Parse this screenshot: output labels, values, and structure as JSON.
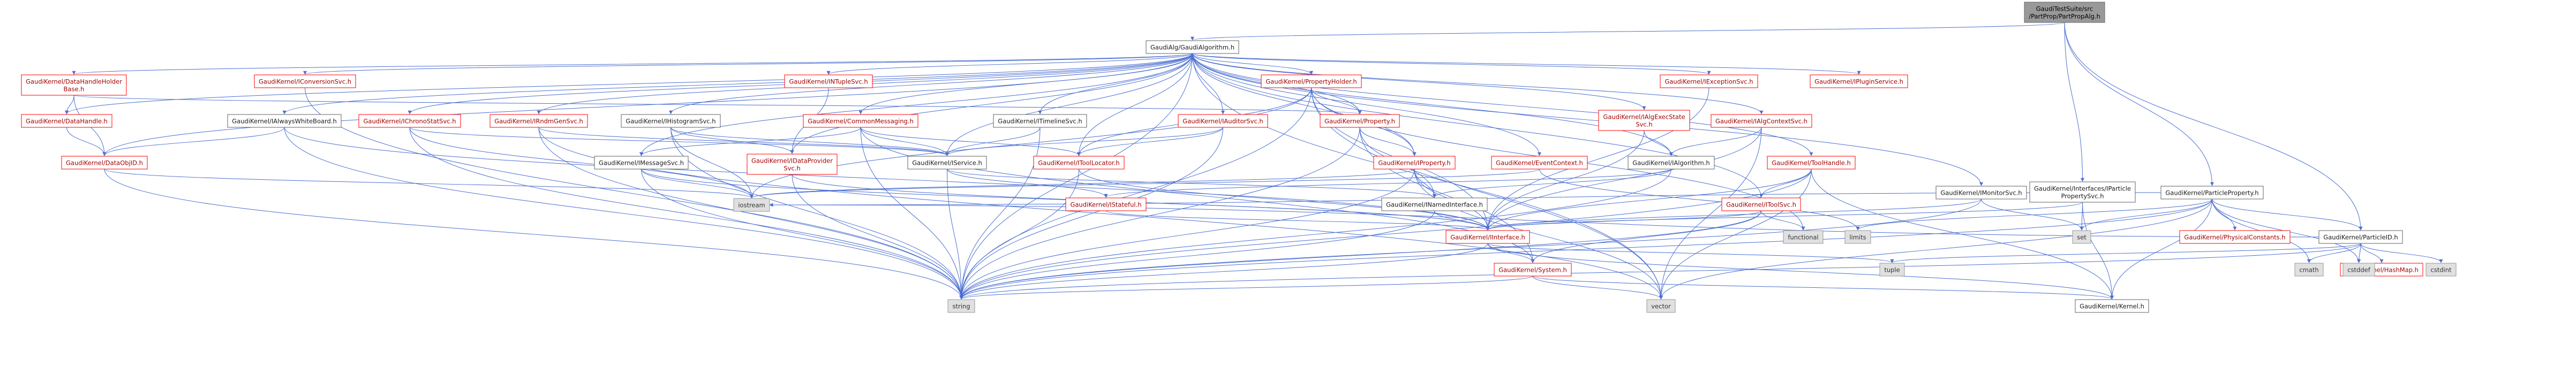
{
  "colors": {
    "edge": "#4b6fd1",
    "red_border": "#ff0000",
    "red_text": "#a40000",
    "root_fill": "#999999",
    "ext_fill": "#e0e0e0"
  },
  "nodes": [
    {
      "id": "root",
      "label": [
        "GaudiTestSuite/src",
        "/PartProp/PartPropAlg.h"
      ],
      "kind": "root"
    },
    {
      "id": "algorithm",
      "label": [
        "GaudiAlg/GaudiAlgorithm.h"
      ],
      "kind": "black"
    },
    {
      "id": "ippsvc",
      "label": [
        "GaudiKernel/Interfaces/IParticle",
        "PropertySvc.h"
      ],
      "kind": "black"
    },
    {
      "id": "partprop",
      "label": [
        "GaudiKernel/ParticleProperty.h"
      ],
      "kind": "black"
    },
    {
      "id": "dhbase",
      "label": [
        "GaudiKernel/DataHandleHolder",
        "Base.h"
      ],
      "kind": "red"
    },
    {
      "id": "iconv",
      "label": [
        "GaudiKernel/IConversionSvc.h"
      ],
      "kind": "red"
    },
    {
      "id": "intuple",
      "label": [
        "GaudiKernel/INTupleSvc.h"
      ],
      "kind": "red"
    },
    {
      "id": "propholder",
      "label": [
        "GaudiKernel/PropertyHolder.h"
      ],
      "kind": "red"
    },
    {
      "id": "iexcsvc",
      "label": [
        "GaudiKernel/IExceptionSvc.h"
      ],
      "kind": "red"
    },
    {
      "id": "iplugin",
      "label": [
        "GaudiKernel/IPluginService.h"
      ],
      "kind": "red"
    },
    {
      "id": "datahandle",
      "label": [
        "GaudiKernel/DataHandle.h"
      ],
      "kind": "red"
    },
    {
      "id": "iawb",
      "label": [
        "GaudiKernel/IAlwaysWhiteBoard.h"
      ],
      "kind": "black"
    },
    {
      "id": "ichrono",
      "label": [
        "GaudiKernel/IChronoStatSvc.h"
      ],
      "kind": "red"
    },
    {
      "id": "irndm",
      "label": [
        "GaudiKernel/IRndmGenSvc.h"
      ],
      "kind": "red"
    },
    {
      "id": "ihisto",
      "label": [
        "GaudiKernel/IHistogramSvc.h"
      ],
      "kind": "black"
    },
    {
      "id": "icommsg",
      "label": [
        "GaudiKernel/CommonMessaging.h"
      ],
      "kind": "red"
    },
    {
      "id": "itimeline",
      "label": [
        "GaudiKernel/ITimelineSvc.h"
      ],
      "kind": "black"
    },
    {
      "id": "iauditor",
      "label": [
        "GaudiKernel/IAuditorSvc.h"
      ],
      "kind": "red"
    },
    {
      "id": "property",
      "label": [
        "GaudiKernel/Property.h"
      ],
      "kind": "red"
    },
    {
      "id": "ialgexec",
      "label": [
        "GaudiKernel/IAlgExecState",
        "Svc.h"
      ],
      "kind": "red"
    },
    {
      "id": "ialgctx",
      "label": [
        "GaudiKernel/IAlgContextSvc.h"
      ],
      "kind": "red"
    },
    {
      "id": "imonitor",
      "label": [
        "GaudiKernel/IMonitorSvc.h"
      ],
      "kind": "black"
    },
    {
      "id": "dataobjid",
      "label": [
        "GaudiKernel/DataObjID.h"
      ],
      "kind": "red"
    },
    {
      "id": "imsgsvc",
      "label": [
        "GaudiKernel/IMessageSvc.h"
      ],
      "kind": "black"
    },
    {
      "id": "dataprov",
      "label": [
        "GaudiKernel/IDataProvider",
        "Svc.h"
      ],
      "kind": "red"
    },
    {
      "id": "iservice",
      "label": [
        "GaudiKernel/IService.h"
      ],
      "kind": "black"
    },
    {
      "id": "itoolloc",
      "label": [
        "GaudiKernel/IToolLocator.h"
      ],
      "kind": "red"
    },
    {
      "id": "iproperty",
      "label": [
        "GaudiKernel/IProperty.h"
      ],
      "kind": "red"
    },
    {
      "id": "eventctx",
      "label": [
        "GaudiKernel/EventContext.h"
      ],
      "kind": "red"
    },
    {
      "id": "ialgorithm",
      "label": [
        "GaudiKernel/IAlgorithm.h"
      ],
      "kind": "black"
    },
    {
      "id": "toolhandle",
      "label": [
        "GaudiKernel/ToolHandle.h"
      ],
      "kind": "red"
    },
    {
      "id": "istateful",
      "label": [
        "GaudiKernel/IStateful.h"
      ],
      "kind": "red"
    },
    {
      "id": "inamed",
      "label": [
        "GaudiKernel/INamedInterface.h"
      ],
      "kind": "black"
    },
    {
      "id": "itoolsvc",
      "label": [
        "GaudiKernel/IToolSvc.h"
      ],
      "kind": "red"
    },
    {
      "id": "iinterface",
      "label": [
        "GaudiKernel/IInterface.h"
      ],
      "kind": "red"
    },
    {
      "id": "physconst",
      "label": [
        "GaudiKernel/PhysicalConstants.h"
      ],
      "kind": "red"
    },
    {
      "id": "particleid",
      "label": [
        "GaudiKernel/ParticleID.h"
      ],
      "kind": "black"
    },
    {
      "id": "hashmap",
      "label": [
        "GaudiKernel/HashMap.h"
      ],
      "kind": "red"
    },
    {
      "id": "system",
      "label": [
        "GaudiKernel/System.h"
      ],
      "kind": "red"
    },
    {
      "id": "kernel",
      "label": [
        "GaudiKernel/Kernel.h"
      ],
      "kind": "black"
    },
    {
      "id": "iostream",
      "label": [
        "iostream"
      ],
      "kind": "gray"
    },
    {
      "id": "limits",
      "label": [
        "limits"
      ],
      "kind": "gray"
    },
    {
      "id": "functional",
      "label": [
        "functional"
      ],
      "kind": "gray"
    },
    {
      "id": "set",
      "label": [
        "set"
      ],
      "kind": "gray"
    },
    {
      "id": "tuple",
      "label": [
        "tuple"
      ],
      "kind": "gray"
    },
    {
      "id": "cmath",
      "label": [
        "cmath"
      ],
      "kind": "gray"
    },
    {
      "id": "cstddef",
      "label": [
        "cstddef"
      ],
      "kind": "gray"
    },
    {
      "id": "cstdint",
      "label": [
        "cstdint"
      ],
      "kind": "gray"
    },
    {
      "id": "string",
      "label": [
        "string"
      ],
      "kind": "gray"
    },
    {
      "id": "vector",
      "label": [
        "vector"
      ],
      "kind": "gray"
    }
  ],
  "edges": [
    [
      "root",
      "algorithm"
    ],
    [
      "root",
      "ippsvc"
    ],
    [
      "root",
      "partprop"
    ],
    [
      "root",
      "particleid"
    ],
    [
      "algorithm",
      "dhbase"
    ],
    [
      "algorithm",
      "iconv"
    ],
    [
      "algorithm",
      "intuple"
    ],
    [
      "algorithm",
      "propholder"
    ],
    [
      "algorithm",
      "iexcsvc"
    ],
    [
      "algorithm",
      "iplugin"
    ],
    [
      "algorithm",
      "datahandle"
    ],
    [
      "algorithm",
      "iawb"
    ],
    [
      "algorithm",
      "ichrono"
    ],
    [
      "algorithm",
      "irndm"
    ],
    [
      "algorithm",
      "ihisto"
    ],
    [
      "algorithm",
      "icommsg"
    ],
    [
      "algorithm",
      "itimeline"
    ],
    [
      "algorithm",
      "iauditor"
    ],
    [
      "algorithm",
      "property"
    ],
    [
      "algorithm",
      "ialgexec"
    ],
    [
      "algorithm",
      "ialgctx"
    ],
    [
      "algorithm",
      "imonitor"
    ],
    [
      "algorithm",
      "dataobjid"
    ],
    [
      "algorithm",
      "imsgsvc"
    ],
    [
      "algorithm",
      "dataprov"
    ],
    [
      "algorithm",
      "iservice"
    ],
    [
      "algorithm",
      "itoolloc"
    ],
    [
      "algorithm",
      "iproperty"
    ],
    [
      "algorithm",
      "eventctx"
    ],
    [
      "algorithm",
      "ialgorithm"
    ],
    [
      "algorithm",
      "toolhandle"
    ],
    [
      "algorithm",
      "itoolsvc"
    ],
    [
      "algorithm",
      "string"
    ],
    [
      "algorithm",
      "vector"
    ],
    [
      "dhbase",
      "datahandle"
    ],
    [
      "dhbase",
      "dataobjid"
    ],
    [
      "dhbase",
      "property"
    ],
    [
      "datahandle",
      "dataobjid"
    ],
    [
      "iconv",
      "string"
    ],
    [
      "intuple",
      "dataprov"
    ],
    [
      "propholder",
      "property"
    ],
    [
      "propholder",
      "iproperty"
    ],
    [
      "propholder",
      "itoolloc"
    ],
    [
      "propholder",
      "functional"
    ],
    [
      "propholder",
      "iostream"
    ],
    [
      "propholder",
      "string"
    ],
    [
      "propholder",
      "vector"
    ],
    [
      "propholder",
      "iinterface"
    ],
    [
      "iexcsvc",
      "iinterface"
    ],
    [
      "iawb",
      "dataobjid"
    ],
    [
      "iawb",
      "iinterface"
    ],
    [
      "iawb",
      "string"
    ],
    [
      "ichrono",
      "iservice"
    ],
    [
      "ichrono",
      "string"
    ],
    [
      "ichrono",
      "iostream"
    ],
    [
      "irndm",
      "iservice"
    ],
    [
      "irndm",
      "string"
    ],
    [
      "irndm",
      "vector"
    ],
    [
      "ihisto",
      "iservice"
    ],
    [
      "ihisto",
      "dataprov"
    ],
    [
      "ihisto",
      "iostream"
    ],
    [
      "ihisto",
      "string"
    ],
    [
      "icommsg",
      "imsgsvc"
    ],
    [
      "icommsg",
      "itoolloc"
    ],
    [
      "icommsg",
      "iservice"
    ],
    [
      "icommsg",
      "system"
    ],
    [
      "icommsg",
      "string"
    ],
    [
      "itimeline",
      "iservice"
    ],
    [
      "itimeline",
      "string"
    ],
    [
      "iauditor",
      "iservice"
    ],
    [
      "iauditor",
      "string"
    ],
    [
      "iauditor",
      "itoolloc"
    ],
    [
      "property",
      "iproperty"
    ],
    [
      "property",
      "inamed"
    ],
    [
      "property",
      "string"
    ],
    [
      "property",
      "system"
    ],
    [
      "ialgexec",
      "ialgorithm"
    ],
    [
      "ialgexec",
      "iinterface"
    ],
    [
      "ialgctx",
      "ialgorithm"
    ],
    [
      "ialgctx",
      "iinterface"
    ],
    [
      "ialgctx",
      "vector"
    ],
    [
      "imonitor",
      "iinterface"
    ],
    [
      "imonitor",
      "set"
    ],
    [
      "imonitor",
      "string"
    ],
    [
      "dataobjid",
      "iostream"
    ],
    [
      "dataobjid",
      "string"
    ],
    [
      "imsgsvc",
      "iinterface"
    ],
    [
      "imsgsvc",
      "string"
    ],
    [
      "imsgsvc",
      "iostream"
    ],
    [
      "dataprov",
      "iinterface"
    ],
    [
      "dataprov",
      "string"
    ],
    [
      "iservice",
      "inamed"
    ],
    [
      "iservice",
      "istateful"
    ],
    [
      "iservice",
      "string"
    ],
    [
      "itoolloc",
      "iinterface"
    ],
    [
      "itoolloc",
      "string"
    ],
    [
      "iproperty",
      "iinterface"
    ],
    [
      "iproperty",
      "inamed"
    ],
    [
      "iproperty",
      "iostream"
    ],
    [
      "iproperty",
      "string"
    ],
    [
      "iproperty",
      "vector"
    ],
    [
      "eventctx",
      "iostream"
    ],
    [
      "eventctx",
      "limits"
    ],
    [
      "ialgorithm",
      "inamed"
    ],
    [
      "ialgorithm",
      "istateful"
    ],
    [
      "ialgorithm",
      "string"
    ],
    [
      "toolhandle",
      "itoolsvc"
    ],
    [
      "toolhandle",
      "iinterface"
    ],
    [
      "toolhandle",
      "string"
    ],
    [
      "toolhandle",
      "vector"
    ],
    [
      "toolhandle",
      "kernel"
    ],
    [
      "istateful",
      "iinterface"
    ],
    [
      "inamed",
      "iinterface"
    ],
    [
      "inamed",
      "string"
    ],
    [
      "itoolsvc",
      "iinterface"
    ],
    [
      "itoolsvc",
      "system"
    ],
    [
      "itoolsvc",
      "functional"
    ],
    [
      "itoolsvc",
      "string"
    ],
    [
      "iinterface",
      "system"
    ],
    [
      "iinterface",
      "kernel"
    ],
    [
      "iinterface",
      "tuple"
    ],
    [
      "iinterface",
      "string"
    ],
    [
      "system",
      "kernel"
    ],
    [
      "system",
      "string"
    ],
    [
      "system",
      "vector"
    ],
    [
      "ippsvc",
      "iinterface"
    ],
    [
      "ippsvc",
      "kernel"
    ],
    [
      "ippsvc",
      "set"
    ],
    [
      "partprop",
      "physconst"
    ],
    [
      "partprop",
      "particleid"
    ],
    [
      "partprop",
      "kernel"
    ],
    [
      "partprop",
      "iostream"
    ],
    [
      "partprop",
      "set"
    ],
    [
      "partprop",
      "cmath"
    ],
    [
      "partprop",
      "cstddef"
    ],
    [
      "partprop",
      "limits"
    ],
    [
      "partprop",
      "string"
    ],
    [
      "partprop",
      "vector"
    ],
    [
      "particleid",
      "hashmap"
    ],
    [
      "particleid",
      "cmath"
    ],
    [
      "particleid",
      "cstddef"
    ],
    [
      "particleid",
      "cstdint"
    ],
    [
      "particleid",
      "iostream"
    ],
    [
      "particleid",
      "string"
    ],
    [
      "particleid",
      "tuple"
    ]
  ]
}
